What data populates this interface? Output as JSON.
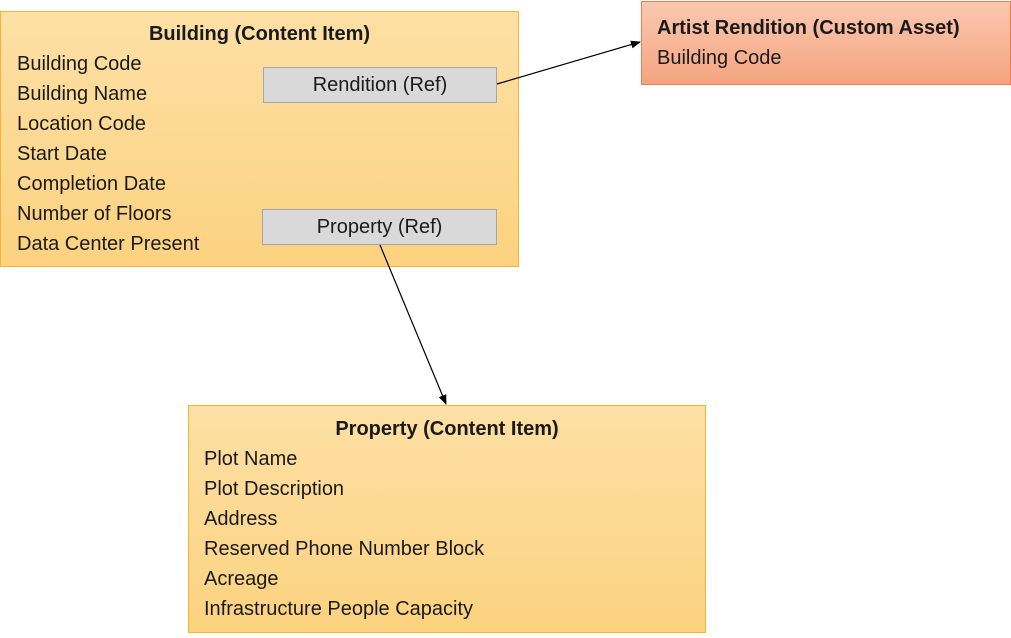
{
  "building": {
    "title": "Building (Content Item)",
    "fields": [
      "Building Code",
      "Building Name",
      "Location Code",
      "Start Date",
      "Completion Date",
      "Number of Floors",
      "Data Center Present"
    ],
    "refs": {
      "rendition": "Rendition (Ref)",
      "property": "Property (Ref)"
    }
  },
  "artist_rendition": {
    "title": "Artist Rendition (Custom Asset)",
    "fields": [
      "Building Code"
    ]
  },
  "property": {
    "title": "Property (Content Item)",
    "fields": [
      "Plot Name",
      "Plot Description",
      "Address",
      "Reserved Phone Number Block",
      "Acreage",
      "Infrastructure People Capacity"
    ]
  },
  "colors": {
    "content_item_fill": "#fcd27f",
    "content_item_border": "#f2b632",
    "custom_asset_fill": "#f4a47f",
    "custom_asset_border": "#ee7d50",
    "ref_fill": "#d9d9d9",
    "connector": "#000000"
  }
}
